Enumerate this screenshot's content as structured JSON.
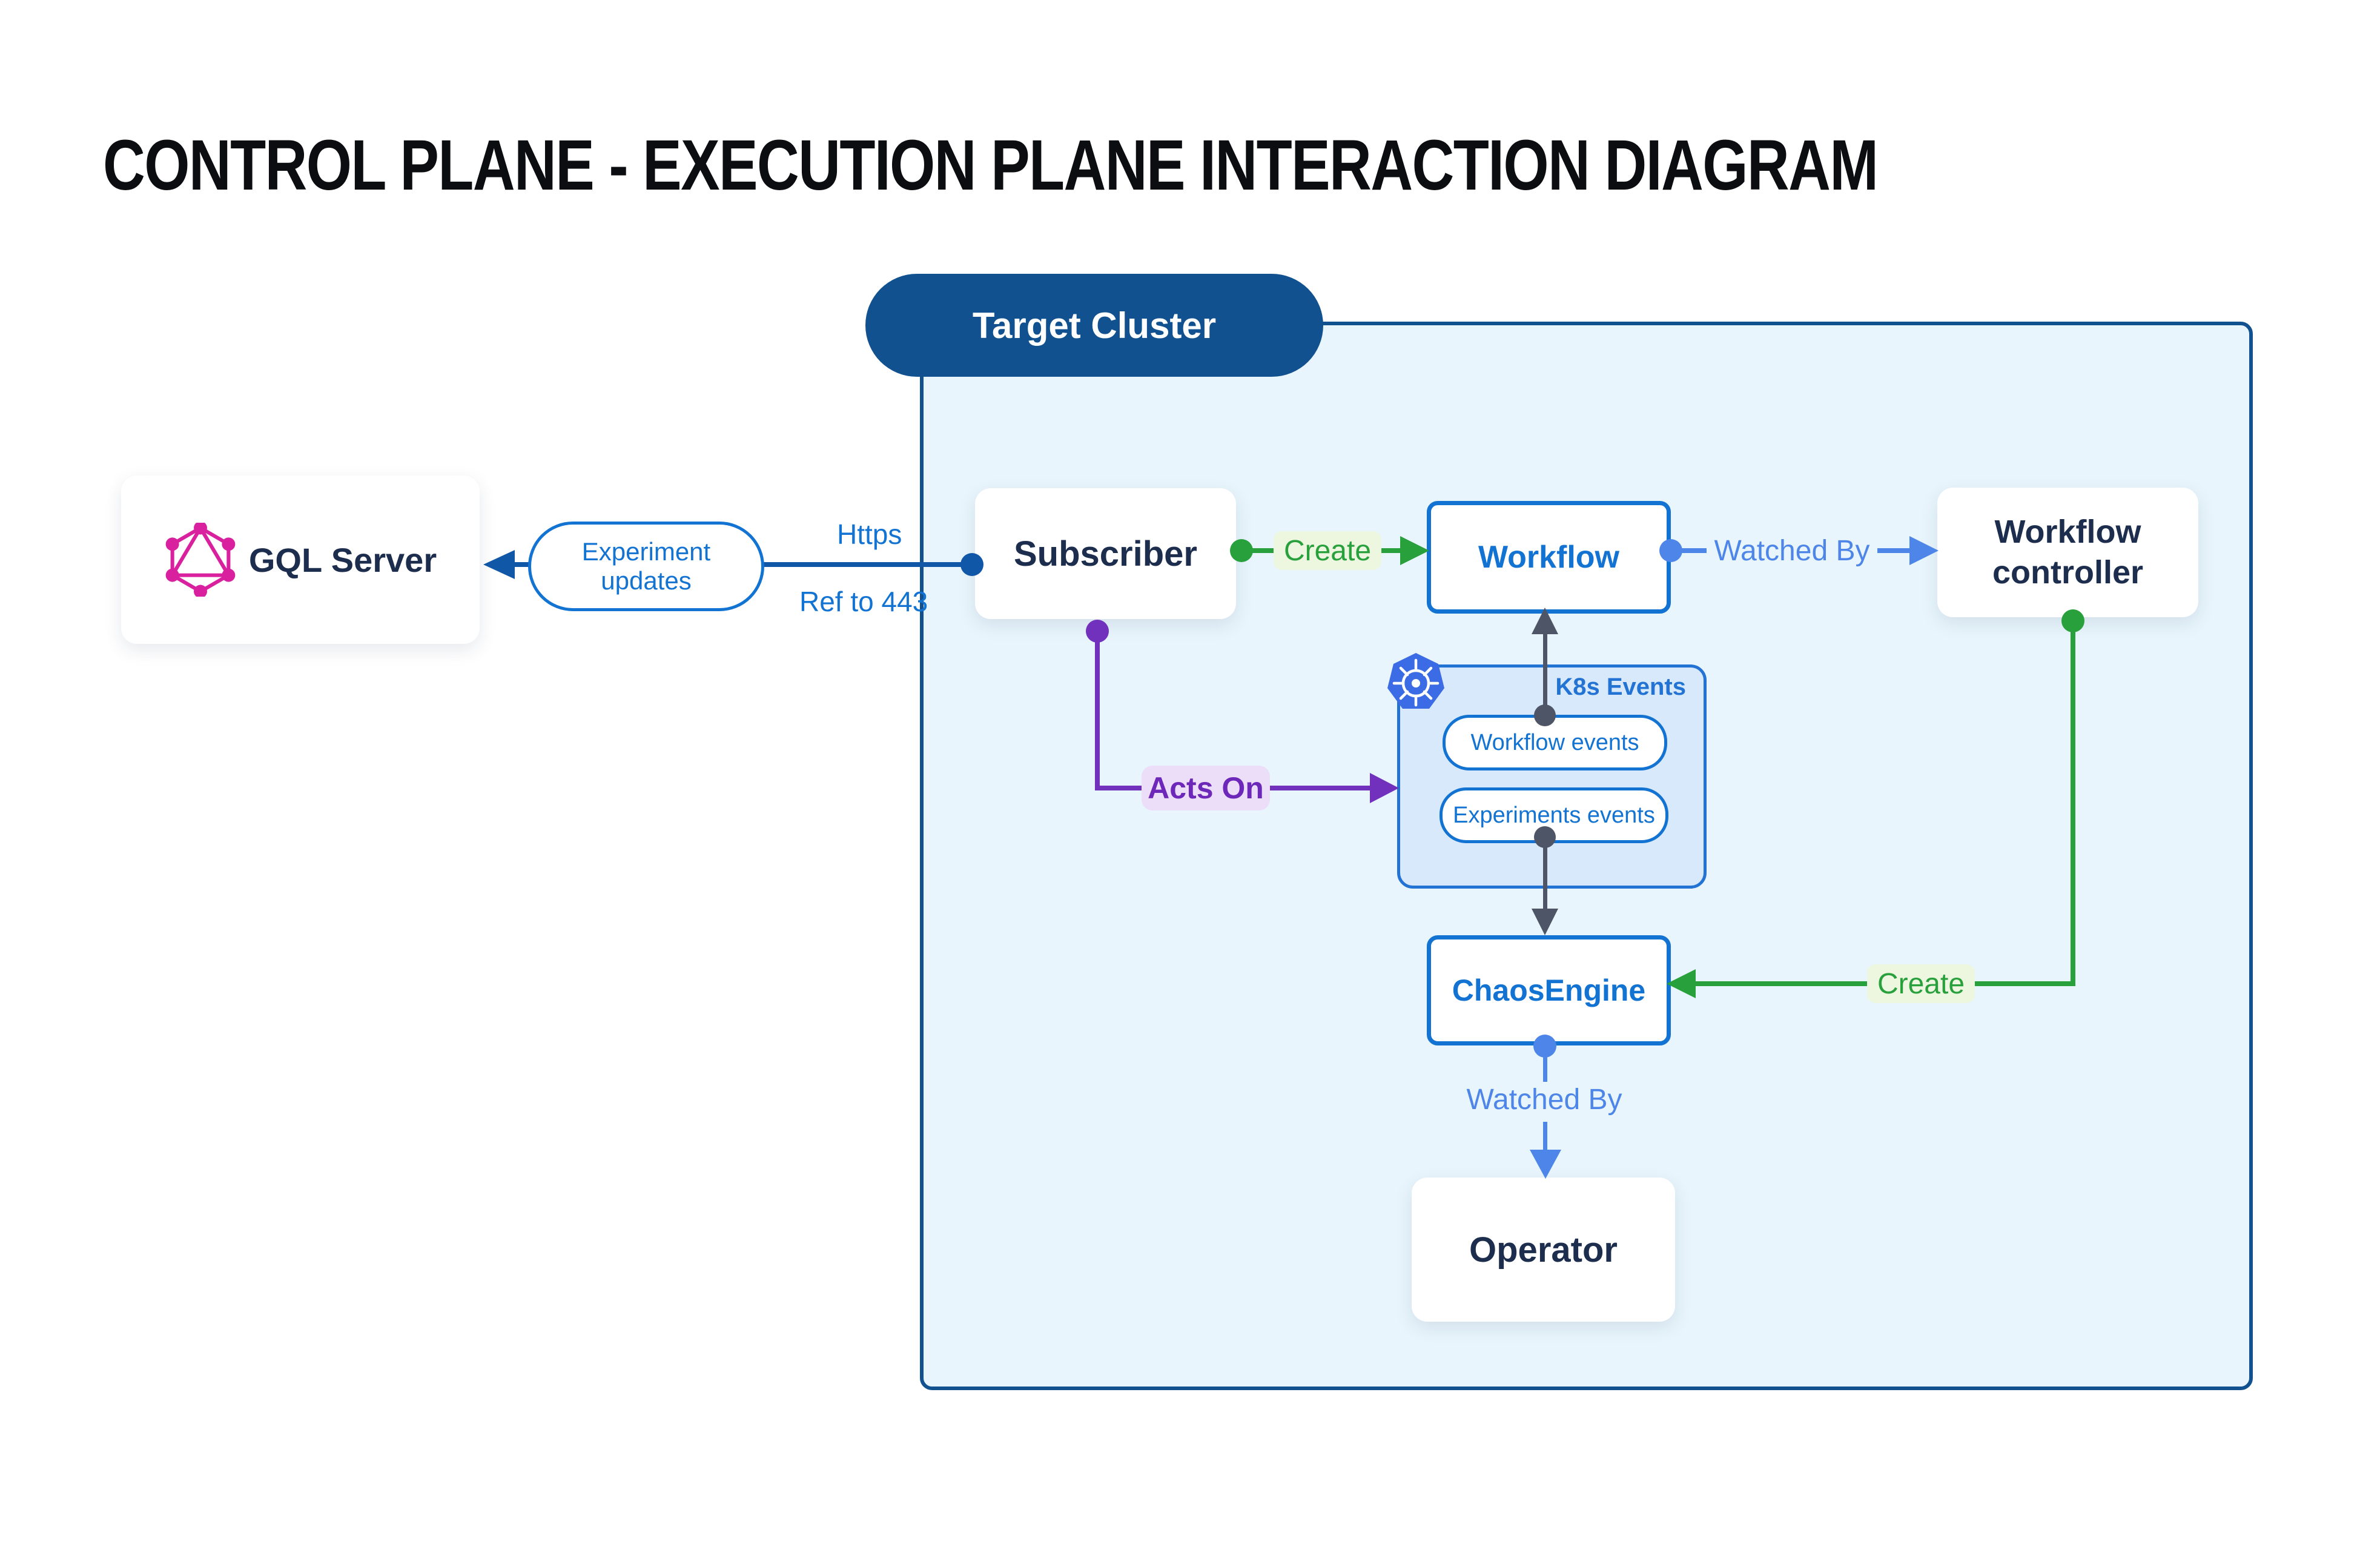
{
  "title": "CONTROL PLANE - EXECUTION PLANE INTERACTION DIAGRAM",
  "nodes": {
    "gql_server": {
      "label": "GQL Server",
      "icon": "graphql-icon"
    },
    "target_cluster": {
      "label": "Target Cluster"
    },
    "subscriber": {
      "label": "Subscriber"
    },
    "workflow": {
      "label": "Workflow"
    },
    "workflow_controller": {
      "label": "Workflow controller"
    },
    "k8s_events": {
      "label": "K8s Events",
      "icon": "kubernetes-icon",
      "events": [
        "Workflow events",
        "Experiments events"
      ]
    },
    "chaos_engine": {
      "label": "ChaosEngine"
    },
    "operator": {
      "label": "Operator"
    }
  },
  "edges": {
    "experiment_updates": {
      "label": "Experiment updates",
      "protocol_label": "Https",
      "port_label": "Ref to 443"
    },
    "create_workflow": {
      "label": "Create"
    },
    "watched_by_controller": {
      "label": "Watched By"
    },
    "acts_on": {
      "label": "Acts On"
    },
    "create_chaos_engine": {
      "label": "Create"
    },
    "watched_by_operator": {
      "label": "Watched By"
    }
  },
  "colors": {
    "cluster_border": "#11518f",
    "cluster_fill": "#e8f5fc",
    "primary_blue": "#1273d2",
    "dark_line_blue": "#1157a8",
    "light_blue": "#4d86e8",
    "green": "#28a03c",
    "green_label_bg": "#edf7df",
    "purple": "#7231bd",
    "purple_label_bg": "#ecddf8",
    "gray_line": "#4d5566",
    "navy_text": "#1d2d4e",
    "k8s_box_fill": "#d8e9fb",
    "kubernetes_blue": "#3b6ce5",
    "graphql_pink": "#d9219f"
  }
}
